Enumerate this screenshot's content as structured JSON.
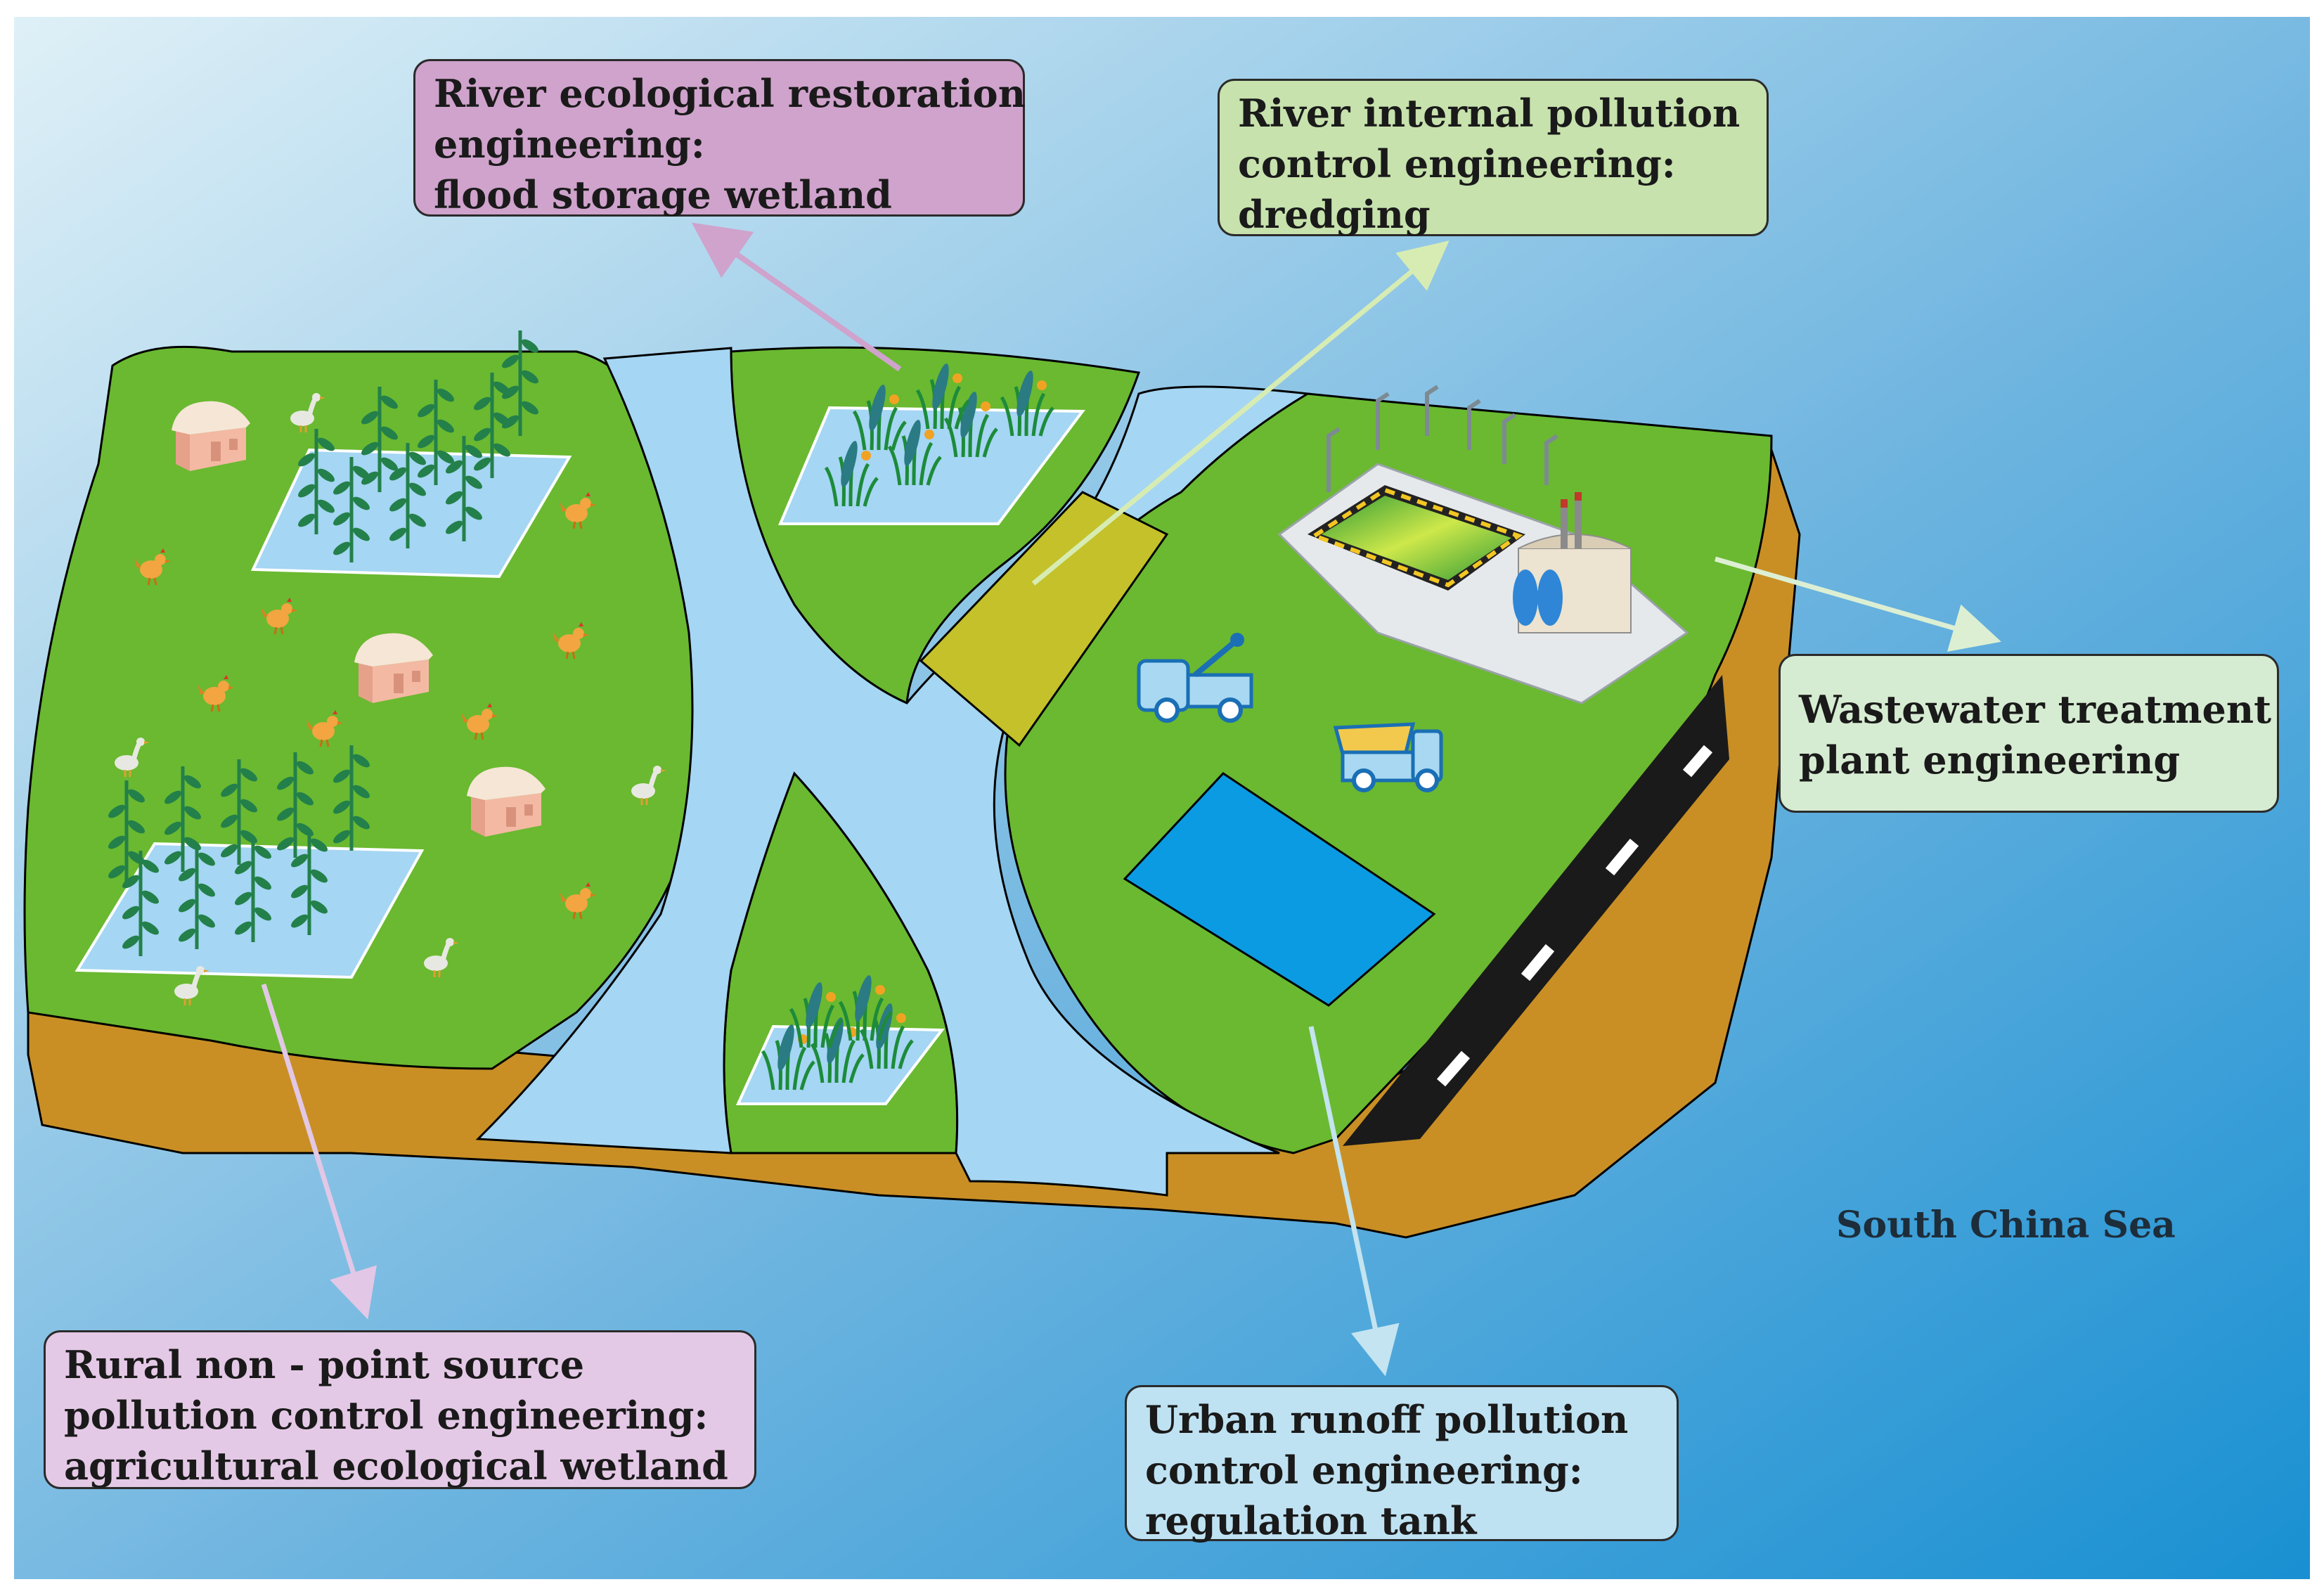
{
  "figure": {
    "sea_label": "South China Sea",
    "callouts": [
      {
        "id": "river-ecological-restoration",
        "lines": [
          "River ecological restoration",
          "engineering:",
          "flood storage wetland"
        ],
        "color": "#cfa3cc"
      },
      {
        "id": "river-internal-pollution",
        "lines": [
          "River internal  pollution",
          "control engineering:",
          "dredging"
        ],
        "color": "#c7e2ad"
      },
      {
        "id": "wastewater-treatment",
        "lines": [
          "Wastewater treatment",
          "plant  engineering"
        ],
        "color": "#d6ecd2"
      },
      {
        "id": "urban-runoff",
        "lines": [
          "Urban runoff pollution",
          "control engineering:",
          "regulation tank"
        ],
        "color": "#bfe2f2"
      },
      {
        "id": "rural-non-point",
        "lines": [
          "Rural non - point source",
          "pollution control engineering:",
          "agricultural ecological wetland"
        ],
        "color": "#e4c9e6"
      }
    ]
  },
  "colors": {
    "grass": "#6ab930",
    "soil": "#c98f25",
    "river": "#a5d6f3",
    "road": "#1a1a1a",
    "tank": "#0b9be3",
    "sea_light": "#d8edf6",
    "sea_dark": "#1c8fd0",
    "dredge_field": "#c4c12a"
  }
}
